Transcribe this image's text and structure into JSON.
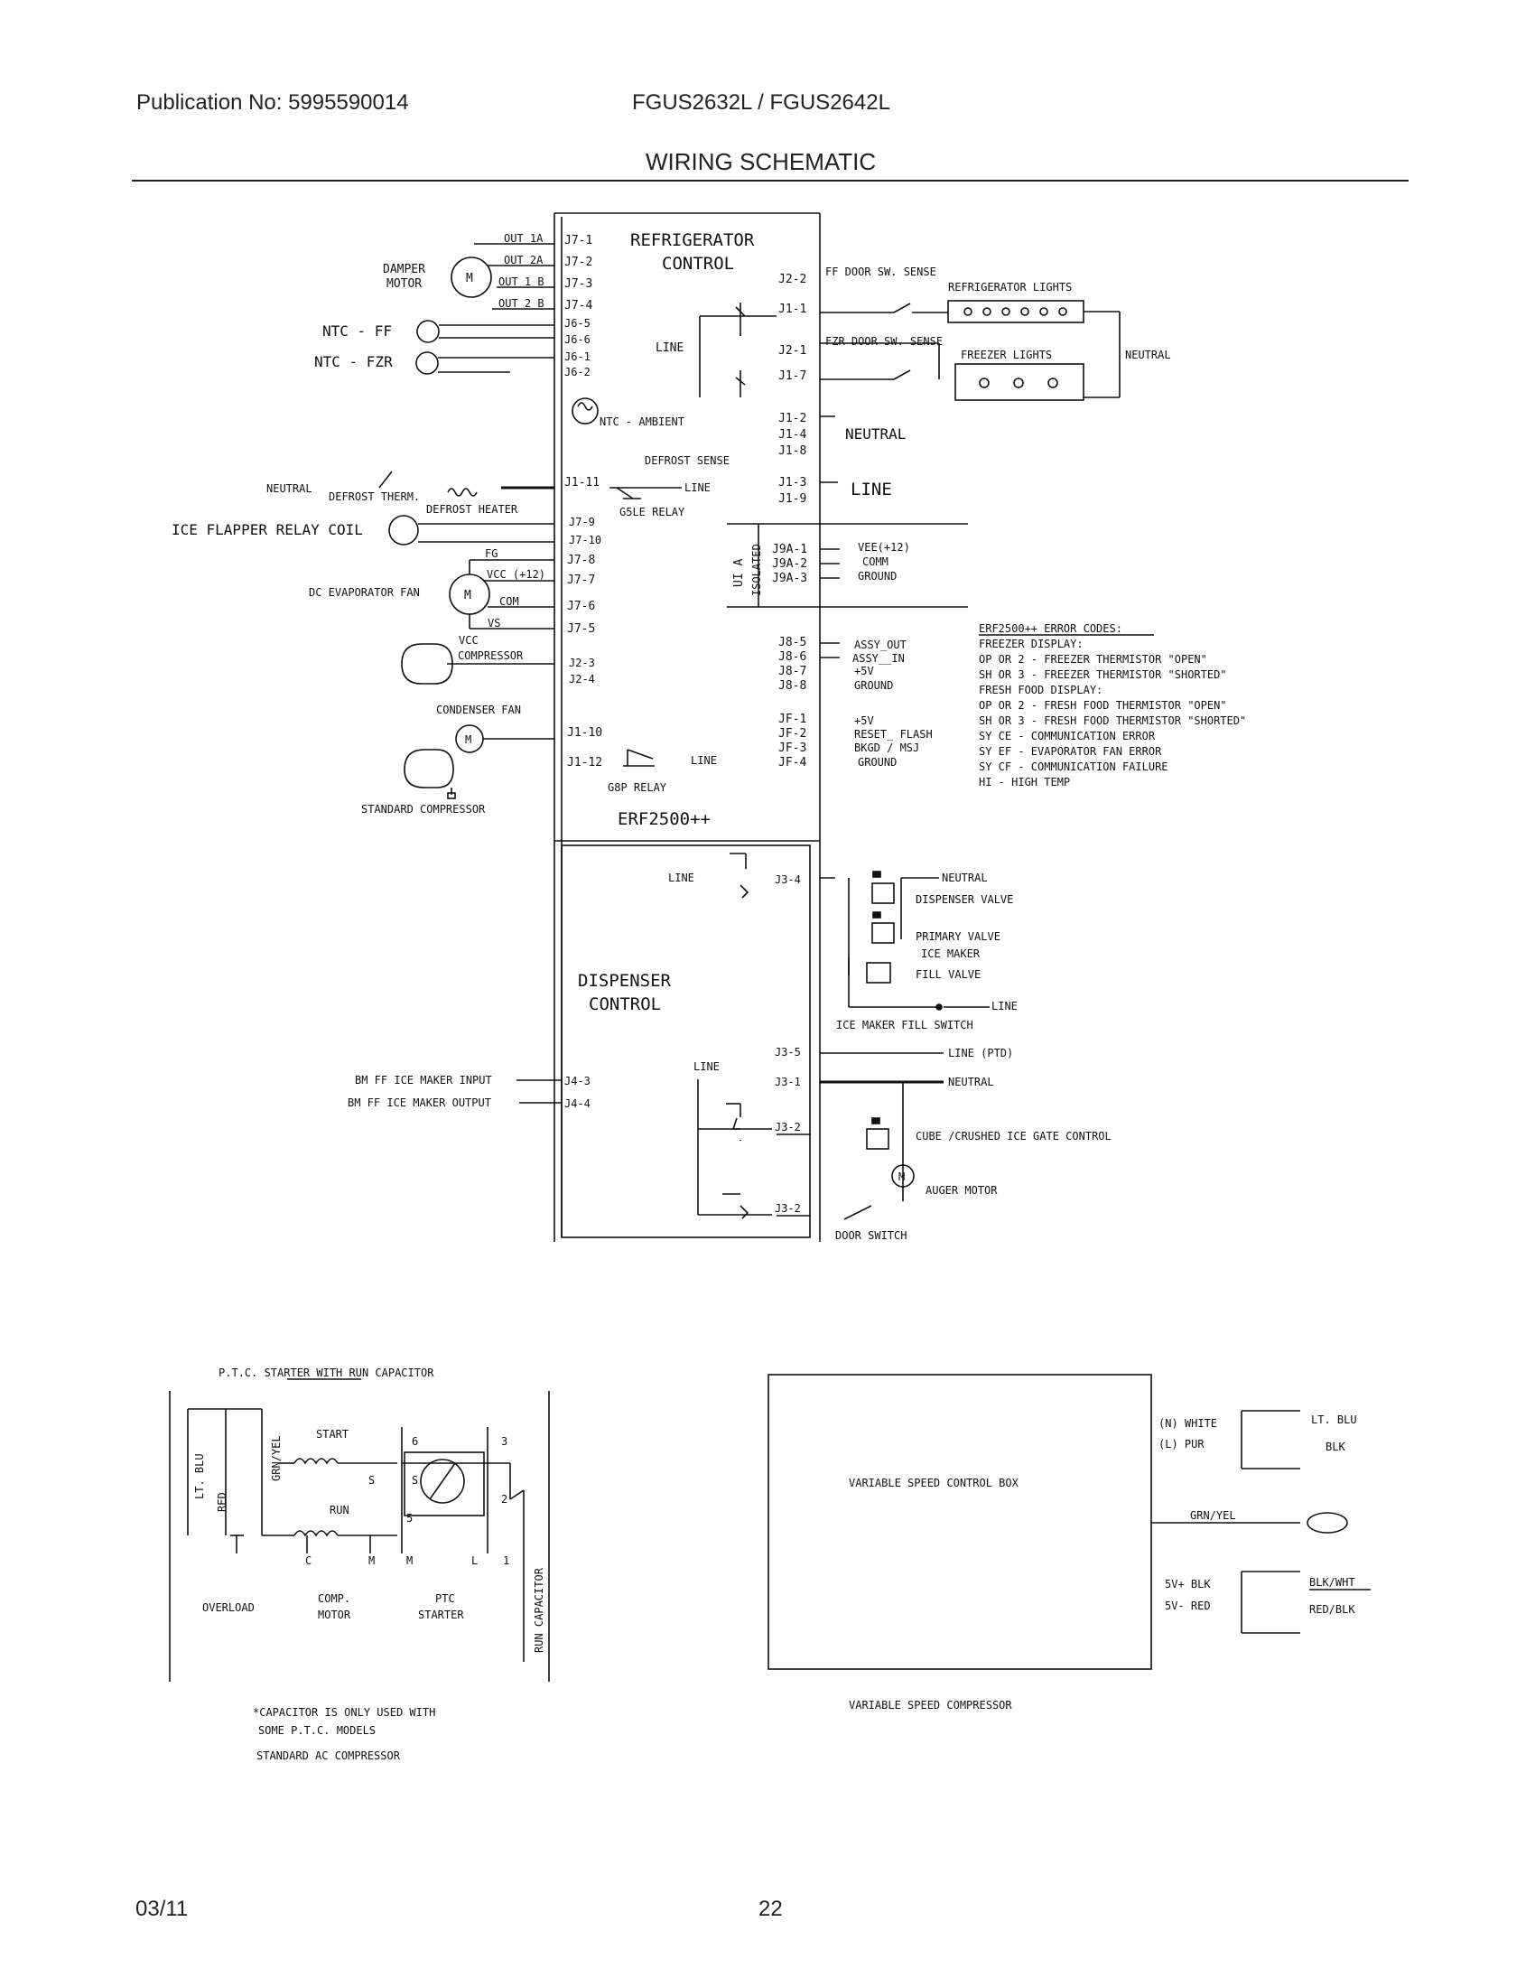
{
  "header": {
    "publication": "Publication No: 5995590014",
    "models": "FGUS2632L / FGUS2642L",
    "title": "WIRING SCHEMATIC"
  },
  "footer": {
    "date": "03/11",
    "page": "22"
  },
  "main_control": {
    "title_line1": "REFRIGERATOR",
    "title_line2": "CONTROL",
    "board_name": "ERF2500++",
    "pins_left": [
      "J7-1",
      "J7-2",
      "J7-3",
      "J7-4",
      "J6-5",
      "J6-6",
      "J6-1",
      "J6-2",
      "J1-11",
      "J7-9",
      "J7-10",
      "J7-8",
      "J7-7",
      "J7-6",
      "J7-5",
      "J2-3",
      "J2-4",
      "J1-10",
      "J1-12"
    ],
    "pins_right": [
      "J2-2",
      "J1-1",
      "J2-1",
      "J1-7",
      "J1-2",
      "J1-4",
      "J1-8",
      "J1-3",
      "J1-9",
      "J9A-1",
      "J9A-2",
      "J9A-3",
      "J8-5",
      "J8-6",
      "J8-7",
      "J8-8",
      "JF-1",
      "JF-2",
      "JF-3",
      "JF-4"
    ],
    "inner_labels": {
      "line": "LINE",
      "ntc_ambient": "NTC  - AMBIENT",
      "defrost_sense": "DEFROST SENSE",
      "line2": "LINE",
      "g5le_relay": "G5LE RELAY",
      "g8p_relay": "G8P RELAY",
      "line3": "LINE",
      "ui_a": "UI A",
      "isolated": "ISOLATED"
    }
  },
  "left_components": {
    "out_labels": [
      "OUT 1A",
      "OUT 2A",
      "OUT 1 B",
      "OUT 2 B"
    ],
    "damper_motor": [
      "DAMPER",
      "MOTOR"
    ],
    "ntc_ff": "NTC  - FF",
    "ntc_fzr": "NTC  - FZR",
    "neutral": "NEUTRAL",
    "defrost_therm": "DEFROST THERM.",
    "defrost_heater": "DEFROST HEATER",
    "ice_flapper": "ICE FLAPPER RELAY COIL",
    "fg": "FG",
    "vcc12": "VCC (+12)",
    "dc_evap_fan": "DC EVAPORATOR FAN",
    "com": "COM",
    "vs": "VS",
    "vcc": "VCC",
    "compressor": "COMPRESSOR",
    "condenser_fan": "CONDENSER FAN",
    "standard_compressor": "STANDARD COMPRESSOR",
    "motor_symbol": "M"
  },
  "right_components": {
    "ff_door_sw": "FF DOOR SW. SENSE",
    "refrigerator_lights": "REFRIGERATOR LIGHTS",
    "fzr_door_sw": "FZR DOOR SW. SENSE",
    "freezer_lights": "FREEZER LIGHTS",
    "neutral_small": "NEUTRAL",
    "neutral_big": "NEUTRAL",
    "line_big": "LINE",
    "vee12": "VEE(+12)",
    "comm": "COMM",
    "ground": "GROUND",
    "assy_out": "ASSY_OUT",
    "assy_in": "ASSY__IN",
    "plus5v": "+5V",
    "ground2": "GROUND",
    "plus5v_2": "+5V",
    "reset_flash": "RESET_ FLASH",
    "bkgd_msj": "BKGD / MSJ",
    "ground3": "GROUND"
  },
  "error_codes": {
    "title": "ERF2500++ ERROR CODES:",
    "lines": [
      "FREEZER DISPLAY:",
      "OP OR 2 - FREEZER THERMISTOR \"OPEN\"",
      "SH OR 3 - FREEZER THERMISTOR \"SHORTED\"",
      "FRESH FOOD DISPLAY:",
      "OP OR 2 - FRESH FOOD THERMISTOR \"OPEN\"",
      "SH OR 3 - FRESH FOOD THERMISTOR \"SHORTED\"",
      "SY CE - COMMUNICATION ERROR",
      "SY EF - EVAPORATOR FAN ERROR",
      "SY CF - COMMUNICATION FAILURE",
      "HI - HIGH TEMP"
    ]
  },
  "dispenser": {
    "title_line1": "DISPENSER",
    "title_line2": "CONTROL",
    "line": "LINE",
    "line2": "LINE",
    "pins": [
      "J3-4",
      "J3-5",
      "J3-1",
      "J3-2",
      "J3-2",
      "J4-3",
      "J4-4"
    ],
    "bm_input": "BM FF ICE MAKER INPUT",
    "bm_output": "BM FF ICE MAKER OUTPUT",
    "neutral": "NEUTRAL",
    "dispenser_valve": "DISPENSER VALVE",
    "primary_valve": "PRIMARY VALVE",
    "ice_maker": "ICE MAKER",
    "fill_valve": "FILL VALVE",
    "line_r": "LINE",
    "ice_maker_fill_switch": "ICE MAKER FILL SWITCH",
    "line_ptd": "LINE (PTD)",
    "neutral2": "NEUTRAL",
    "cube_crushed": "CUBE /CRUSHED ICE GATE CONTROL",
    "auger_motor": "AUGER MOTOR",
    "door_switch": "DOOR SWITCH"
  },
  "ptc": {
    "title": "P.T.C. STARTER WITH RUN CAPACITOR",
    "lt_blu": "LT. BLU",
    "red": "RED",
    "grn_yel": "GRN/YEL",
    "start": "START",
    "run": "RUN",
    "s": "S",
    "c": "C",
    "m": "M",
    "l": "L",
    "n6": "6",
    "n3": "3",
    "n5": "5",
    "n2": "2",
    "n1": "1",
    "overload": "OVERLOAD",
    "comp_motor": [
      "COMP.",
      "MOTOR"
    ],
    "ptc_starter": [
      "PTC",
      "STARTER"
    ],
    "run_capacitor": "RUN CAPACITOR",
    "note1": "*CAPACITOR IS ONLY USED WITH",
    "note2": "SOME P.T.C. MODELS",
    "note3": "STANDARD AC COMPRESSOR"
  },
  "vsc": {
    "box_label": "VARIABLE SPEED CONTROL BOX",
    "n_white": "(N) WHITE",
    "l_pur": "(L) PUR",
    "lt_blu": "LT. BLU",
    "blk": "BLK",
    "grn_yel": "GRN/YEL",
    "v5plus": "5V+ BLK",
    "v5minus": "5V- RED",
    "blk_wht": "BLK/WHT",
    "red_blk": "RED/BLK",
    "caption": "VARIABLE SPEED COMPRESSOR"
  }
}
